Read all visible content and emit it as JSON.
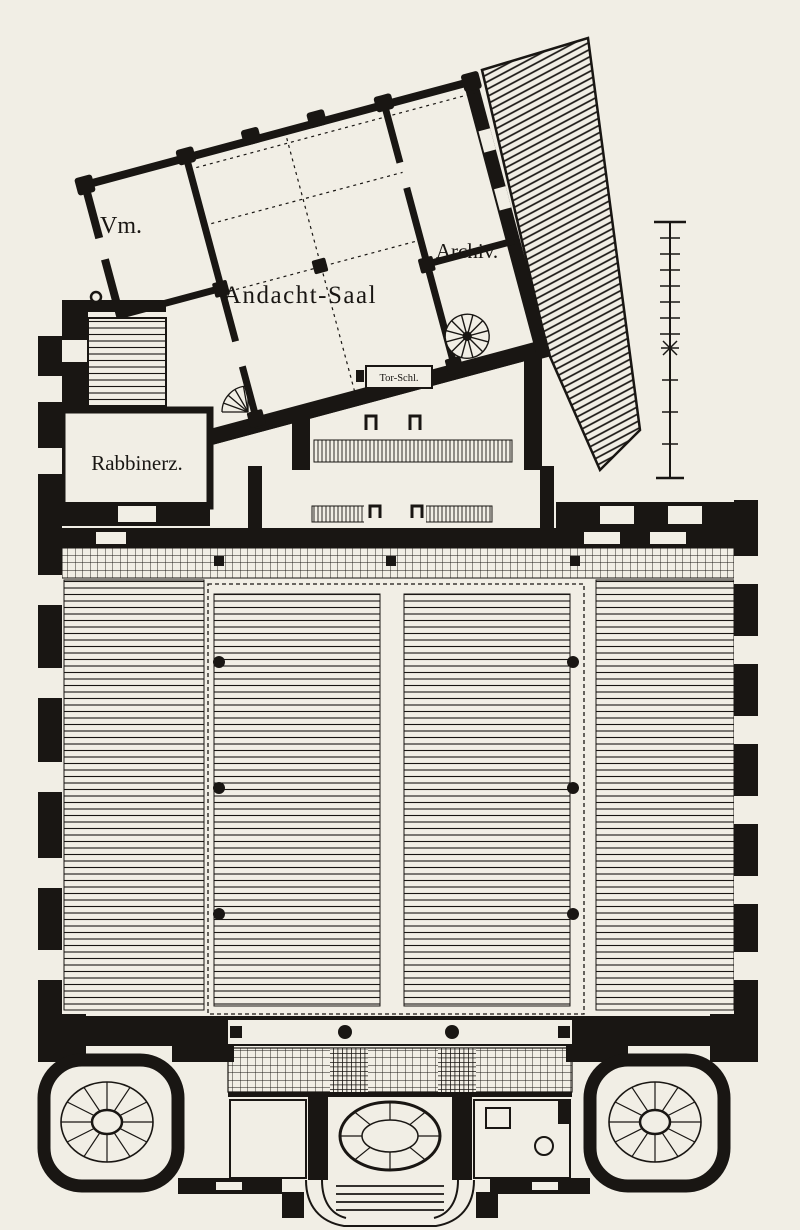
{
  "figure": {
    "paper_color": "#f1eee5",
    "ink_color": "#191613"
  },
  "labels": {
    "vm": "Vm.",
    "andacht_saal": "Andacht-Saal",
    "archiv": "Archiv.",
    "rabbinerz": "Rabbinerz.",
    "tor_schl": "Tor-Schl."
  }
}
